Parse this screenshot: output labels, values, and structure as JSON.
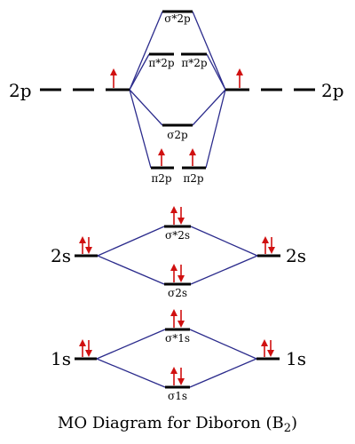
{
  "orbital_labels": {
    "left_2p": "2p",
    "right_2p": "2p",
    "left_2s": "2s",
    "right_2s": "2s",
    "left_1s": "1s",
    "right_1s": "1s",
    "sigma_star_2p": "σ*2p",
    "pi_star_2p_a": "π*2p",
    "pi_star_2p_b": "π*2p",
    "sigma_2p": "σ2p",
    "pi_2p_a": "π2p",
    "pi_2p_b": "π2p",
    "sigma_star_2s": "σ*2s",
    "sigma_2s": "σ2s",
    "sigma_star_1s": "σ*1s",
    "sigma_1s": "σ1s"
  },
  "electron_occupancy": {
    "left_2p": [
      "up",
      "empty",
      "empty"
    ],
    "right_2p": [
      "up",
      "empty",
      "empty"
    ],
    "pi_2p": [
      "up",
      "up"
    ],
    "sigma_2p": "empty",
    "pi_star_2p": [
      "empty",
      "empty"
    ],
    "sigma_star_2p": "empty",
    "left_2s": "paired",
    "right_2s": "paired",
    "sigma_2s": "paired",
    "sigma_star_2s": "paired",
    "left_1s": "paired",
    "right_1s": "paired",
    "sigma_1s": "paired",
    "sigma_star_1s": "paired"
  },
  "colors": {
    "levels": "#000000",
    "connectors": "#2b2b8c",
    "electrons": "#d01010"
  },
  "caption": {
    "prefix": "MO Diagram for Diboron (B",
    "subscript": "2",
    "suffix": ")"
  }
}
